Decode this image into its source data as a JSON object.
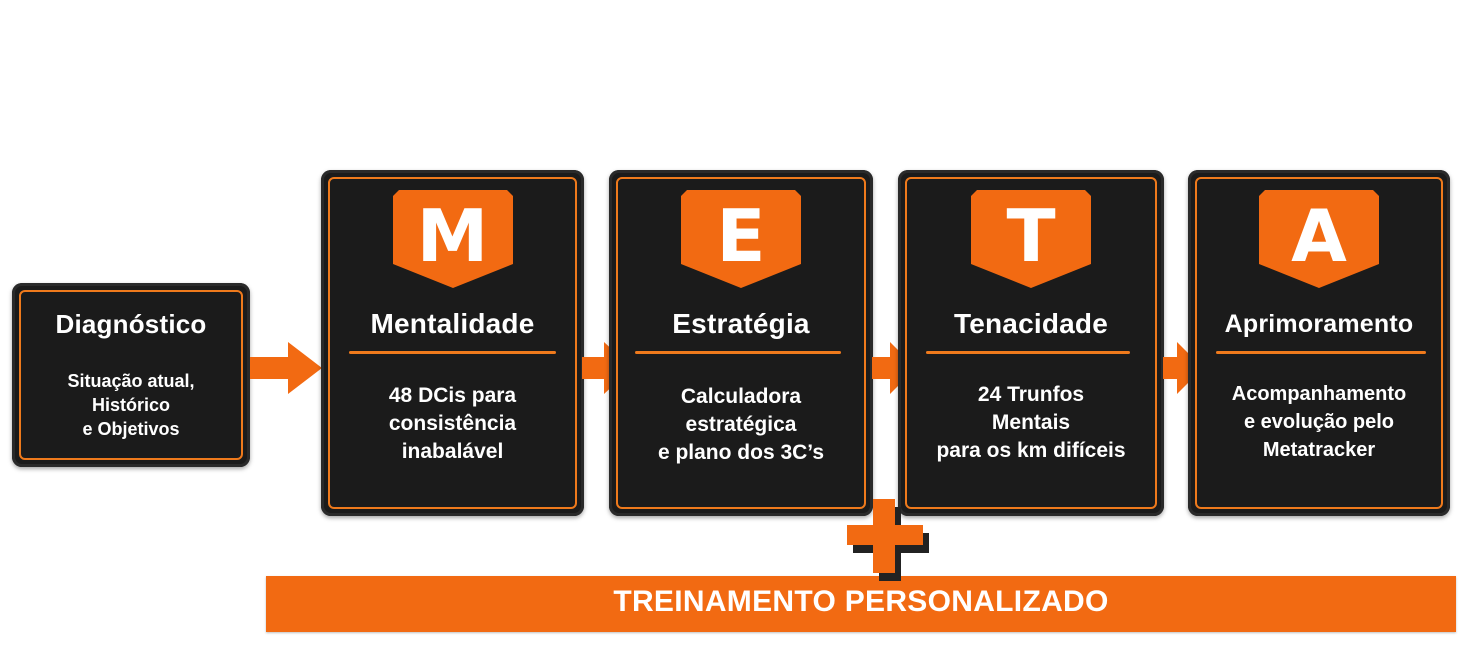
{
  "colors": {
    "accent": "#f26a12",
    "card_background": "#1b1b1b",
    "text": "#ffffff"
  },
  "diagnostic": {
    "title": "Diagnóstico",
    "lines": [
      "Situação atual,",
      "Histórico",
      "e Objetivos"
    ]
  },
  "steps": [
    {
      "letter": "M",
      "title": "Mentalidade",
      "lines": [
        "48 DCis para",
        "consistência",
        "inabalável"
      ]
    },
    {
      "letter": "E",
      "title": "Estratégia",
      "lines": [
        "Calculadora",
        "estratégica",
        "e plano dos 3C’s"
      ]
    },
    {
      "letter": "T",
      "title": "Tenacidade",
      "lines": [
        "24 Trunfos",
        "Mentais",
        "para os km difíceis"
      ]
    },
    {
      "letter": "A",
      "title": "Aprimoramento",
      "lines": [
        "Acompanhamento",
        "e evolução pelo",
        "Metatracker"
      ]
    }
  ],
  "arrows": [
    "arrow-right-icon",
    "arrow-right-icon",
    "arrow-right-icon",
    "arrow-right-icon"
  ],
  "plus_icon": "plus-icon",
  "training": {
    "label": "TREINAMENTO PERSONALIZADO"
  }
}
